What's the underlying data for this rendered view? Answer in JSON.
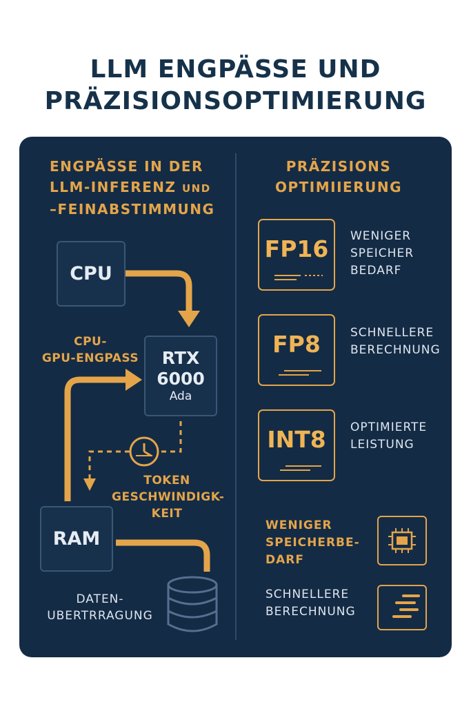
{
  "title": {
    "line1": "LLM ENGPÄSSE UND",
    "line2": "PRÄZISIONSOPTIMIERUNG"
  },
  "left": {
    "heading": {
      "line1": "ENGPÄSSE IN DER",
      "line2": "LLM-INFERENZ",
      "line2_suffix": "UND",
      "line3": "–FEINABSTIMMUNG"
    },
    "cpu": "CPU",
    "gpu": {
      "line1": "RTX",
      "line2": "6000",
      "line3": "Ada"
    },
    "ram": "RAM",
    "cpu_gpu_label": {
      "line1": "CPU-",
      "line2": "GPU-ENGPASS"
    },
    "token_label": {
      "line1": "TOKEN",
      "line2": "GESCHWINDIGK-",
      "line3": "KEIT"
    },
    "data_label": {
      "line1": "DATEN-",
      "line2": "UBERTRRAGUNG"
    }
  },
  "right": {
    "heading": {
      "line1": "PRÄZISIONS",
      "line2": "OPTIMIIERUNG"
    },
    "items": [
      {
        "label": "FP16",
        "desc": [
          "WENIGER",
          "SPEICHER",
          "BEDARF"
        ]
      },
      {
        "label": "FP8",
        "desc": [
          "SCHNELLERE",
          "BERECHNUNG"
        ]
      },
      {
        "label": "INT8",
        "desc": [
          "OPTIMIERTE",
          "LEISTUNG"
        ]
      }
    ],
    "benefits": [
      {
        "lines": [
          "WENIGER",
          "SPEICHERBE-",
          "DARF"
        ],
        "icon": "chip-icon"
      },
      {
        "lines": [
          "SCHNELLERE",
          "BERECHNUNG"
        ],
        "icon": "speed-lines-icon"
      }
    ]
  },
  "colors": {
    "accent": "#e4a54a",
    "panel": "#142b45",
    "title": "#16324a"
  }
}
